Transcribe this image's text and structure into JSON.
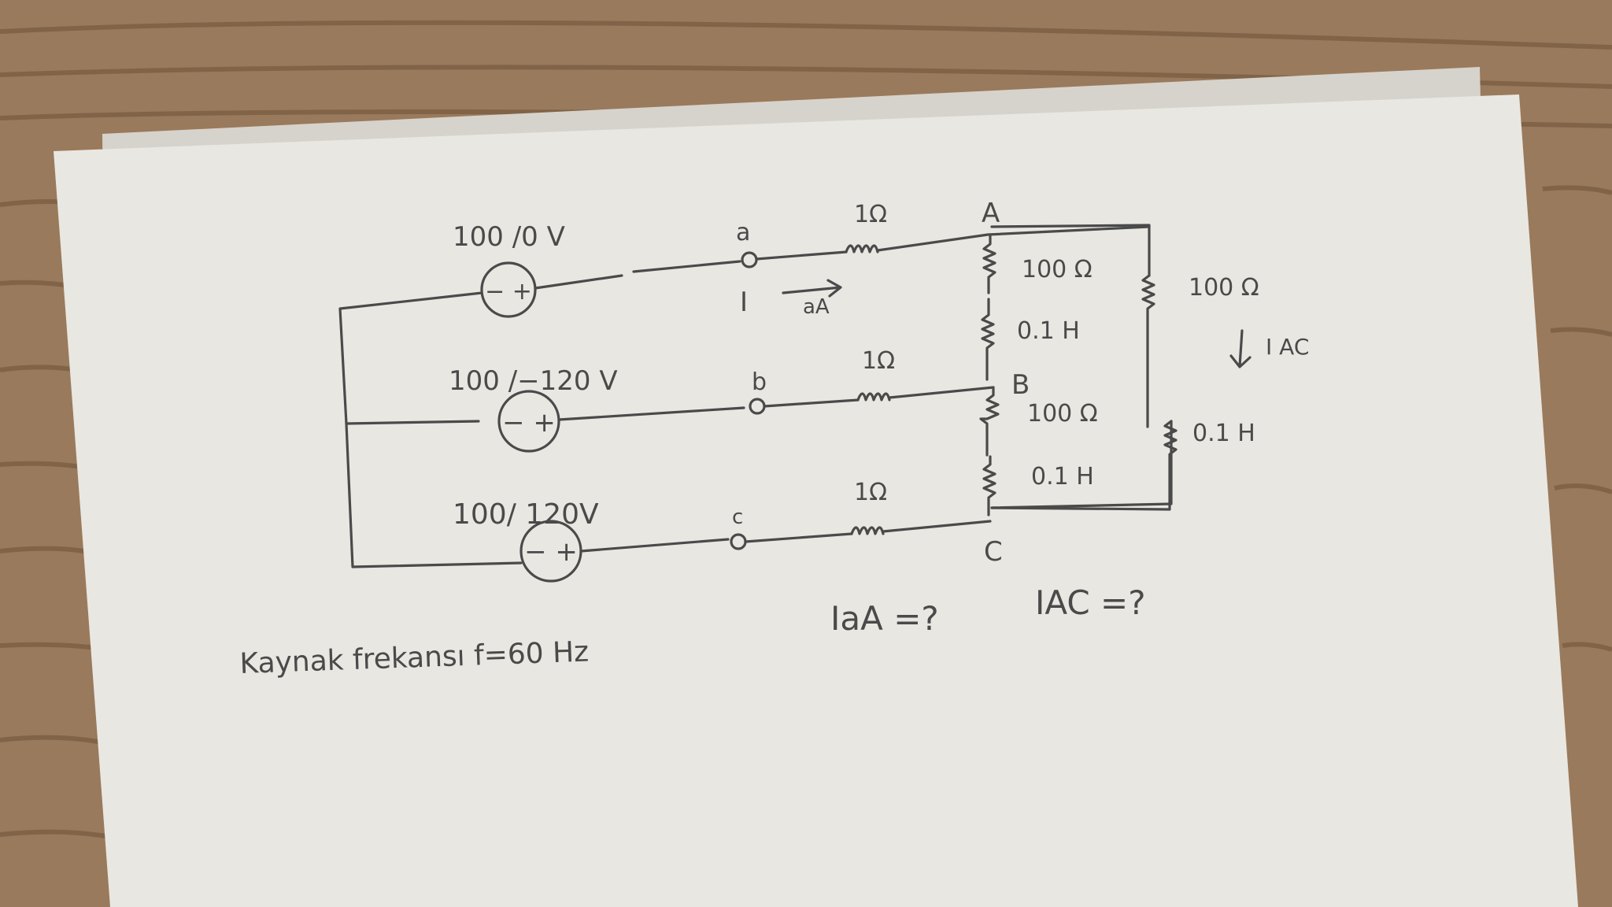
{
  "colors": {
    "wood": "#9a7a5c",
    "wood_grain": "#6e5238",
    "paper": "#e9e7e2",
    "paper_shadow": "#d6d3cc",
    "ink": "#4a4a4a"
  },
  "sources": {
    "source_1": {
      "label": "100 /0 V",
      "polarity": "− +"
    },
    "source_2": {
      "label": "100 /−120 V",
      "polarity": "− +"
    },
    "source_3": {
      "label": "100/ 120V",
      "polarity": "− +"
    }
  },
  "terminals": {
    "a": "a",
    "b": "b",
    "c": "c"
  },
  "line_resistors": {
    "r_a": "1Ω",
    "r_b": "1Ω",
    "r_c": "1Ω"
  },
  "current_label": {
    "I": "I",
    "direction": "aA"
  },
  "nodes": {
    "A": "A",
    "B": "B",
    "C": "C"
  },
  "load": {
    "AB_resistor": "100 Ω",
    "AB_inductor": "0.1 H",
    "BC_resistor": "100 Ω",
    "BC_inductor": "0.1 H",
    "AC_resistor": "100 Ω",
    "AC_inductor": "0.1 H",
    "AC_current": "I AC"
  },
  "footer": {
    "frequency": "Kaynak frekansı f=60 Hz",
    "question_IaA": "IaA =?",
    "question_IAC": "IAC =?"
  }
}
